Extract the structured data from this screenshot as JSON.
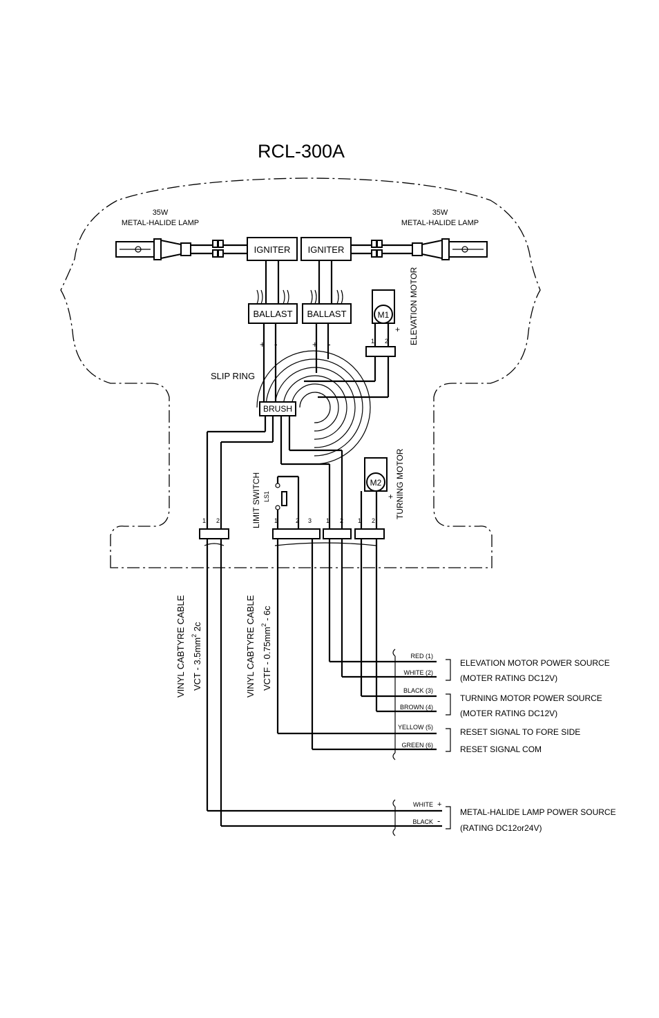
{
  "title": "RCL-300A",
  "lamps": {
    "left": {
      "watt": "35W",
      "type": "METAL-HALIDE LAMP"
    },
    "right": {
      "watt": "35W",
      "type": "METAL-HALIDE LAMP"
    }
  },
  "components": {
    "igniter": "IGNITER",
    "ballast": "BALLAST",
    "brush": "BRUSH",
    "slip_ring": "SLIP RING",
    "motor1": "M1",
    "motor2": "M2",
    "elevation_motor": "ELEVATION MOTOR",
    "turning_motor": "TURNING MOTOR",
    "limit_switch": "LIMIT SWITCH",
    "limit_switch_id": "LS1",
    "plus": "+",
    "minus": "-"
  },
  "terminals": {
    "one": "1",
    "two": "2",
    "three": "3"
  },
  "cables": {
    "vct": {
      "name": "VINYL CABTYRE CABLE",
      "spec": "VCT - 3.5mm",
      "sup": "2",
      "cores": " 2c"
    },
    "vctf": {
      "name": "VINYL CABTYRE CABLE",
      "spec": "VCTF - 0.75mm",
      "sup": "2",
      "cores": " - 6c"
    }
  },
  "wires": [
    {
      "label": "RED (1)"
    },
    {
      "label": "WHITE (2)"
    },
    {
      "label": "BLACK (3)"
    },
    {
      "label": "BROWN (4)"
    },
    {
      "label": "YELLOW (5)"
    },
    {
      "label": "GREEN (6)"
    }
  ],
  "lamp_wires": [
    {
      "label": "WHITE"
    },
    {
      "label": "BLACK"
    }
  ],
  "descriptions": [
    {
      "line1": "ELEVATION MOTOR POWER SOURCE",
      "line2": "(MOTER RATING DC12V)"
    },
    {
      "line1": "TURNING MOTOR POWER SOURCE",
      "line2": "(MOTER RATING DC12V)"
    },
    {
      "line1": "RESET SIGNAL TO FORE SIDE",
      "line2": "RESET SIGNAL COM"
    },
    {
      "line1": "METAL-HALIDE LAMP POWER SOURCE",
      "line2": "(RATING DC12or24V)"
    }
  ]
}
